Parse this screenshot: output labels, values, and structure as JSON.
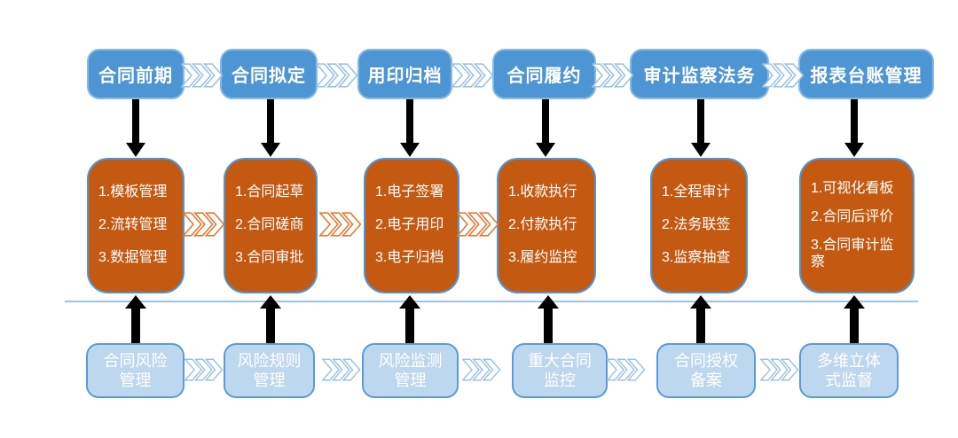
{
  "diagram": {
    "title": "contract-lifecycle-process",
    "stages": [
      {
        "name": "合同前期",
        "functions": [
          "1.模板管理",
          "2.流转管理",
          "3.数据管理"
        ],
        "support": "合同风险\n管理"
      },
      {
        "name": "合同拟定",
        "functions": [
          "1.合同起草",
          "2.合同磋商",
          "3.合同审批"
        ],
        "support": "风险规则\n管理"
      },
      {
        "name": "用印归档",
        "functions": [
          "1.电子签署",
          "2.电子用印",
          "3.电子归档"
        ],
        "support": "风险监测\n管理"
      },
      {
        "name": "合同履约",
        "functions": [
          "1.收款执行",
          "2.付款执行",
          "3.履约监控"
        ],
        "support": "重大合同\n监控"
      },
      {
        "name": "审计监察法务",
        "functions": [
          "1.全程审计",
          "2.法务联签",
          "3.监察抽查"
        ],
        "support": "合同授权\n备案"
      },
      {
        "name": "报表台账管理",
        "functions": [
          "1.可视化看板",
          "2.合同后评价",
          "3.合同审计监察"
        ],
        "support": "多维立体\n式监督"
      }
    ],
    "colors": {
      "stage_fill": "#4E95D4",
      "stage_border": "#85B9E8",
      "function_fill": "#C45911",
      "function_border": "#4E95D4",
      "support_fill": "#BDD7EE",
      "support_border": "#5B9BD5",
      "chevron_blue": "#9CC3E5",
      "chevron_orange": "#E07C39",
      "arrow_fill": "#5B9BD5",
      "divider_line": "#9CC3E5",
      "text": "#FFFFFF"
    }
  }
}
